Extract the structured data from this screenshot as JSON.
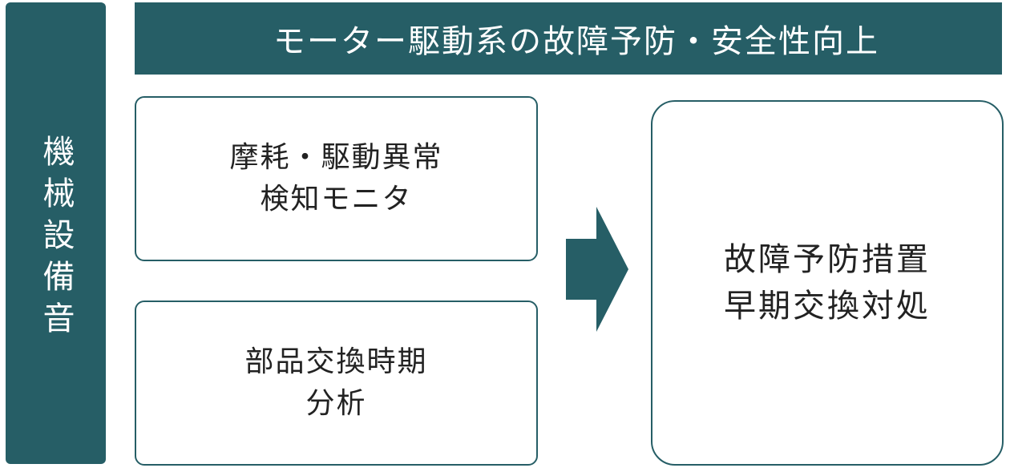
{
  "side_label": "機械設備音",
  "header": {
    "title": "モーター駆動系の故障予防・安全性向上"
  },
  "boxes": {
    "top_left": {
      "line1": "摩耗・駆動異常",
      "line2": "検知モニタ"
    },
    "bottom_left": {
      "line1": "部品交換時期",
      "line2": "分析"
    },
    "right": {
      "line1": "故障予防措置",
      "line2": "早期交換対処"
    }
  },
  "colors": {
    "accent": "#265e66",
    "text": "#222222",
    "background": "#ffffff"
  },
  "icons": {
    "arrow": "right-arrow-icon"
  }
}
